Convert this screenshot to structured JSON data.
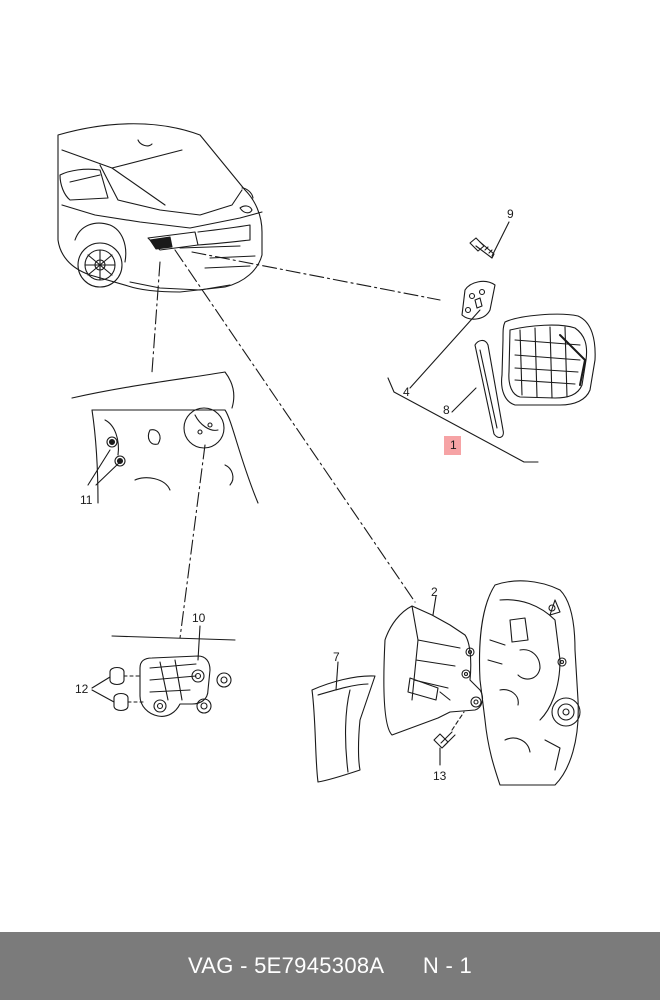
{
  "callouts": [
    {
      "id": "9",
      "text": "9"
    },
    {
      "id": "4",
      "text": "4"
    },
    {
      "id": "8",
      "text": "8"
    },
    {
      "id": "1",
      "text": "1"
    },
    {
      "id": "11",
      "text": "11"
    },
    {
      "id": "10",
      "text": "10"
    },
    {
      "id": "12",
      "text": "12"
    },
    {
      "id": "2",
      "text": "2"
    },
    {
      "id": "7",
      "text": "7"
    },
    {
      "id": "13",
      "text": "13"
    }
  ],
  "highlight_color": "#f6a3a5",
  "footer": {
    "brand": "VAG",
    "separator": " - ",
    "part_number": "5E7945308A",
    "position_label": "N - 1"
  }
}
